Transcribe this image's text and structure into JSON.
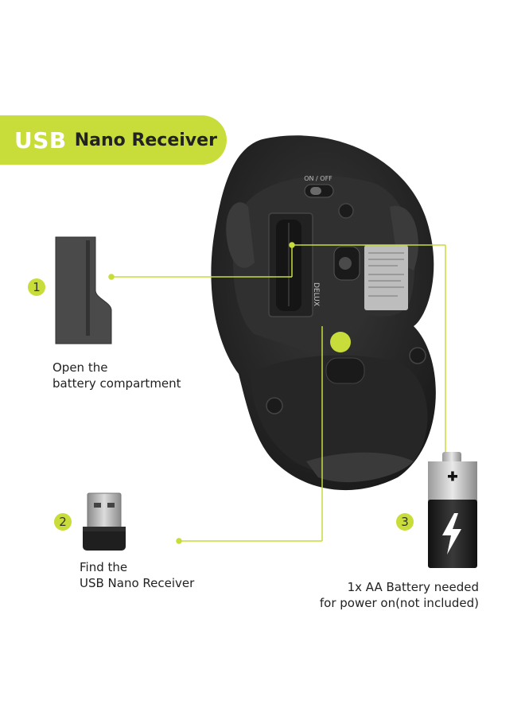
{
  "banner": {
    "usb": "USB",
    "title": "Nano Receiver"
  },
  "steps": [
    {
      "number": "1",
      "lines": [
        "Open the",
        "battery compartment"
      ]
    },
    {
      "number": "2",
      "lines": [
        "Find the",
        "USB Nano Receiver"
      ]
    },
    {
      "number": "3",
      "lines": [
        "1x AA Battery needed",
        "for power on(not included)"
      ]
    }
  ],
  "device": {
    "switch_label": "ON / OFF",
    "brand_label": "DELUX"
  },
  "colors": {
    "accent": "#c8dc3a",
    "mouse": "#2a2a2a"
  }
}
